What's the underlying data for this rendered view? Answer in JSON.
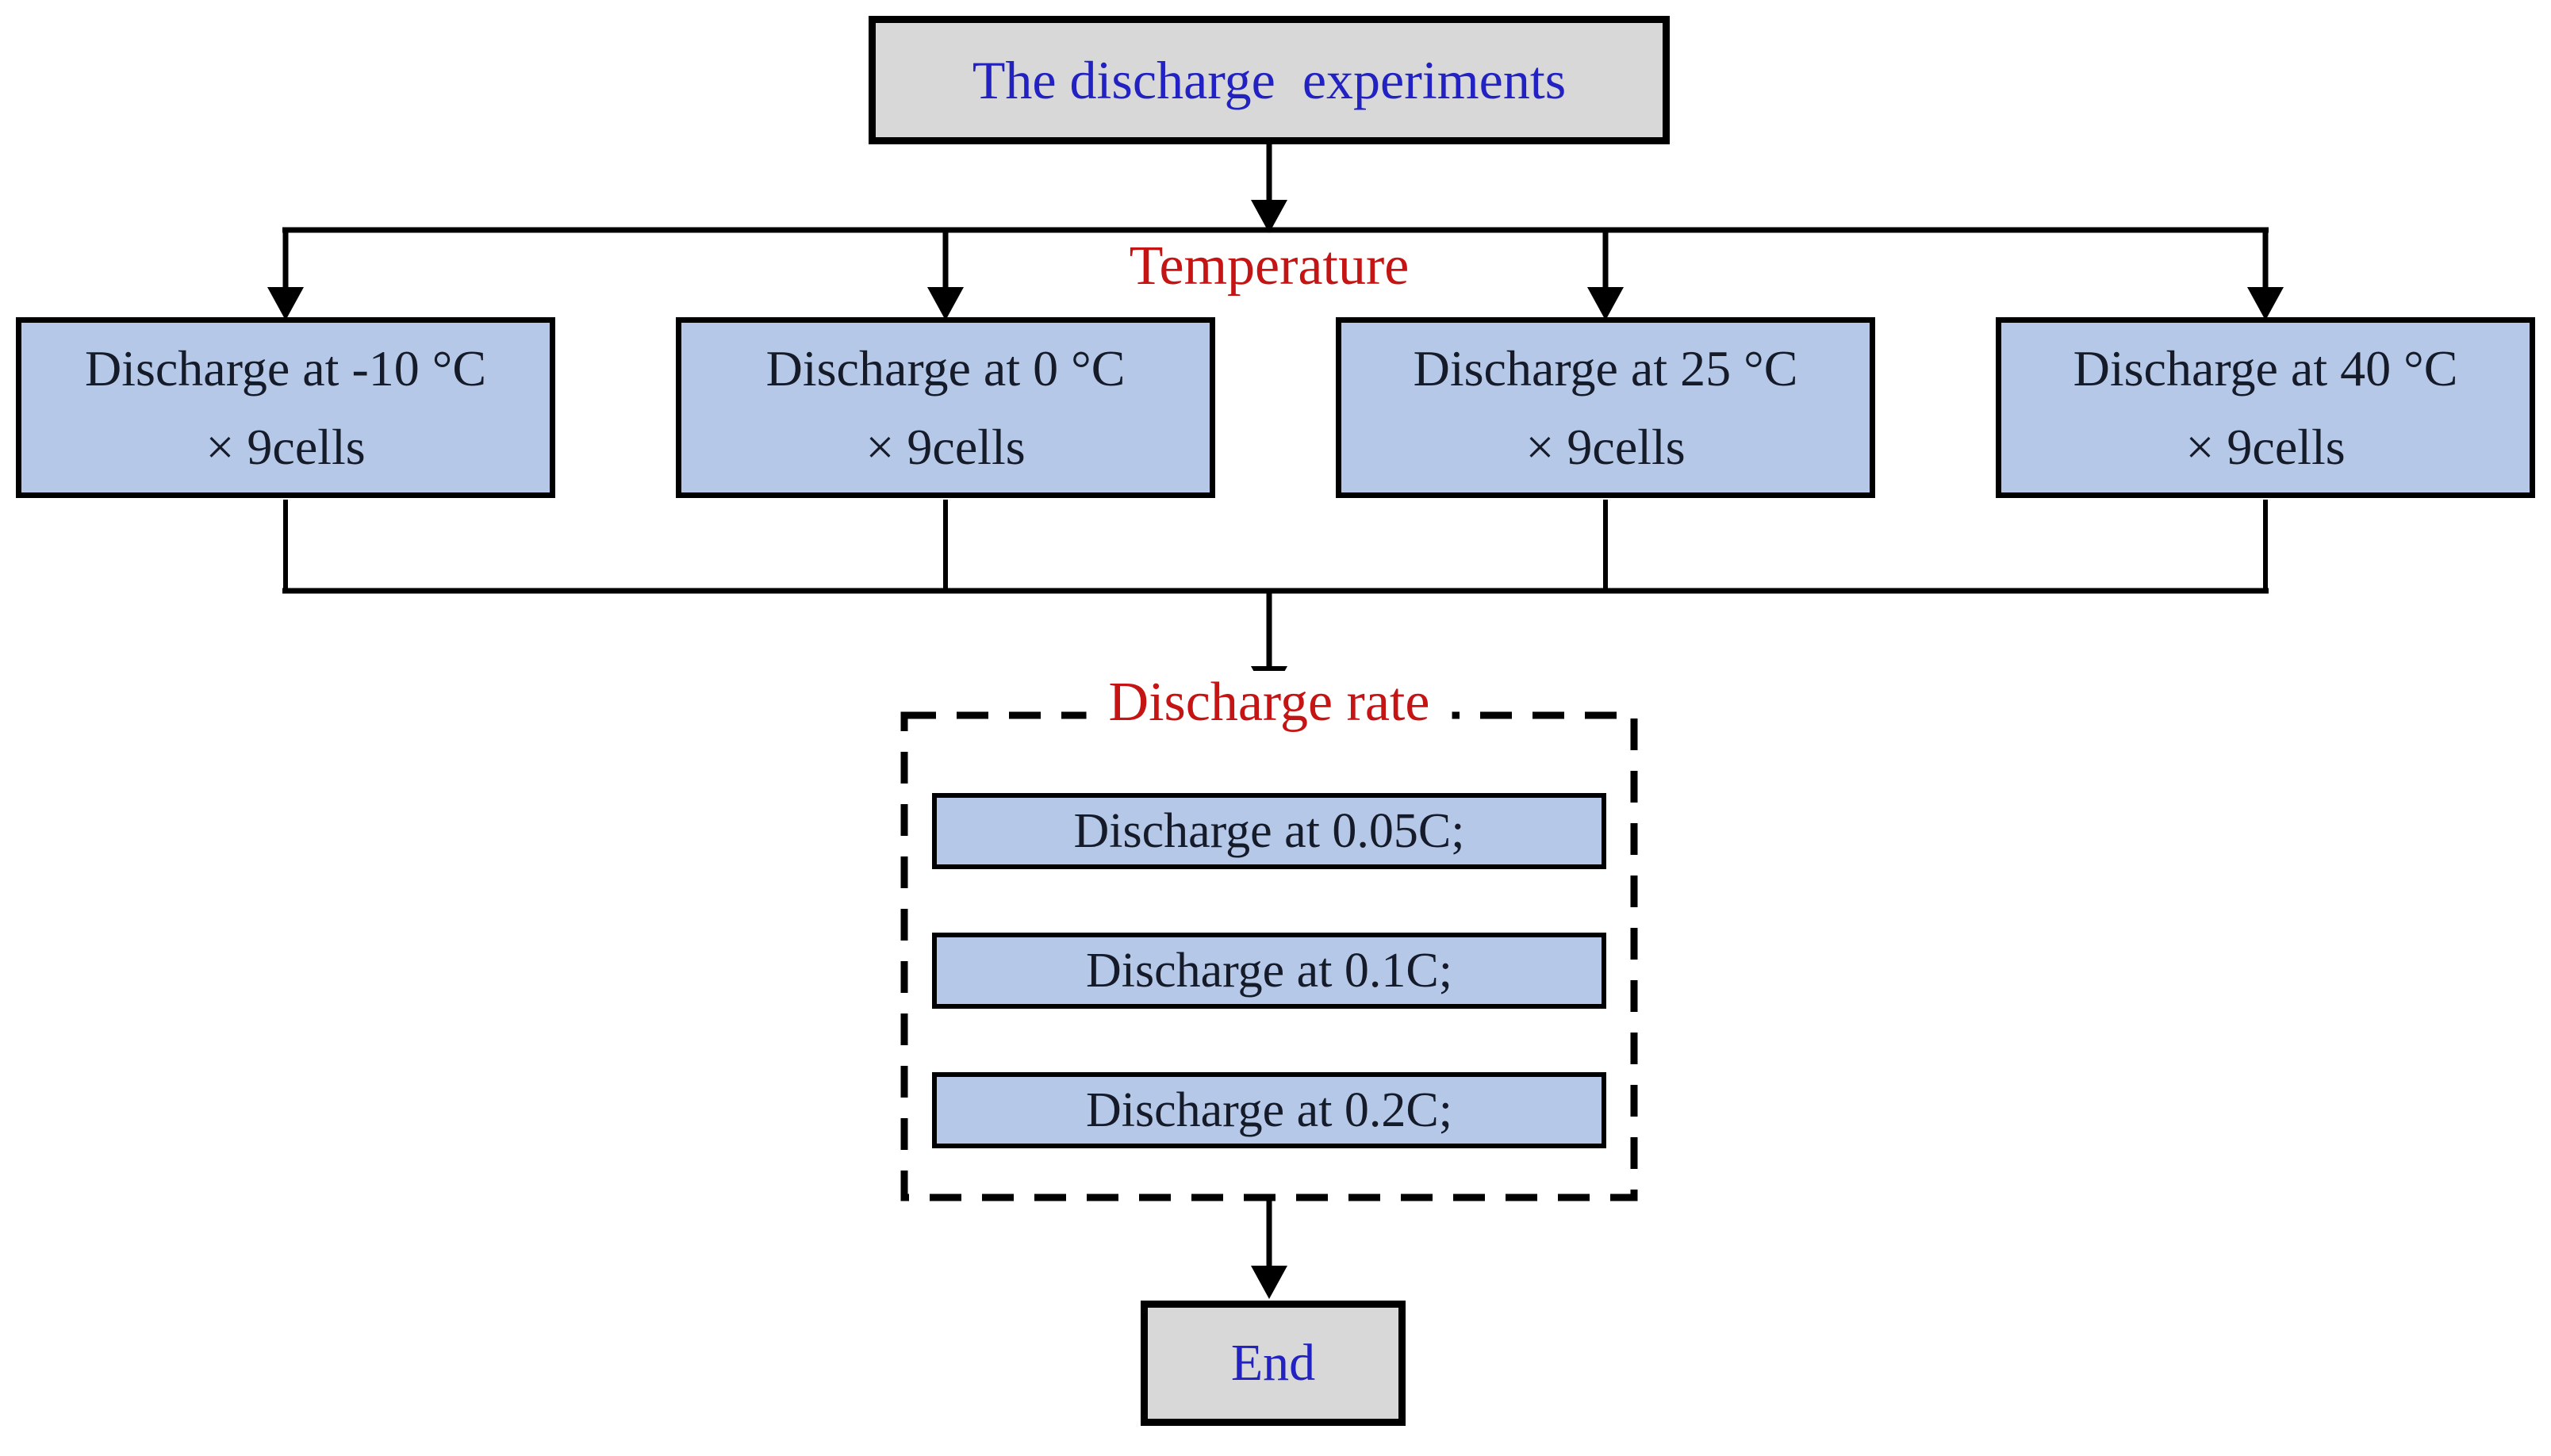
{
  "flowchart": {
    "start": {
      "label": "The discharge  experiments"
    },
    "temperature_section": {
      "label": "Temperature"
    },
    "temperature_branches": [
      {
        "line1": "Discharge at -10 °C",
        "line2": "× 9cells"
      },
      {
        "line1": "Discharge at 0 °C",
        "line2": "× 9cells"
      },
      {
        "line1": "Discharge at 25 °C",
        "line2": "× 9cells"
      },
      {
        "line1": "Discharge at 40 °C",
        "line2": "× 9cells"
      }
    ],
    "discharge_rate_section": {
      "label": "Discharge rate",
      "steps": [
        "Discharge at 0.05C;",
        "Discharge at 0.1C;",
        "Discharge at 0.2C;"
      ]
    },
    "end": {
      "label": "End"
    },
    "colors": {
      "process_box_fill": "#b6c8e8",
      "terminal_box_fill": "#d8d8d8",
      "title_text": "#2222c2",
      "section_label_text": "#c41414",
      "process_text": "#151b29",
      "connector": "#000000",
      "canvas_bg": "#ffffff"
    }
  }
}
